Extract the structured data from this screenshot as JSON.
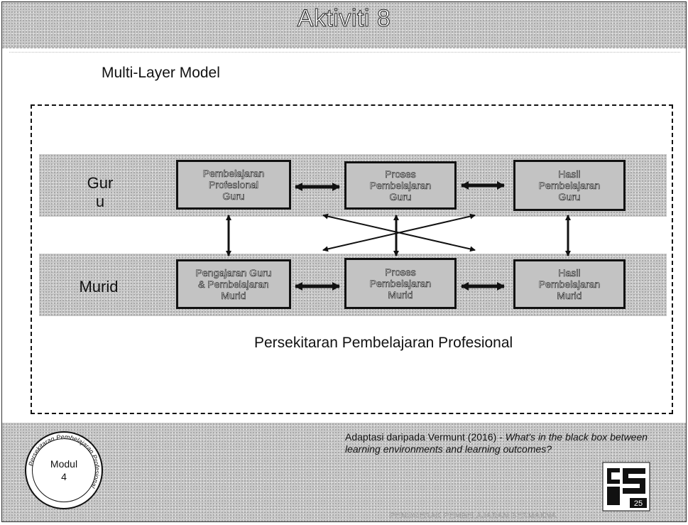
{
  "slide": {
    "title": "Aktiviti 8",
    "subtitle": "Multi-Layer Model"
  },
  "diagram": {
    "rows": [
      {
        "label": "Gur\nu"
      },
      {
        "label": "Murid"
      }
    ],
    "boxes": {
      "pembelajaran_profesional_guru": "Pembelajaran\nProfesional\nGuru",
      "proses_pembelajaran_guru": "Proses\nPembelajaran\nGuru",
      "hasil_pembelajaran_guru": "Hasil\nPembelajaran\nGuru",
      "pengajaran_guru_pembelajaran_murid": "Pengajaran Guru\n& Pembelajaran\nMurid",
      "proses_pembelajaran_murid": "Proses\nPembelajaran\nMurid",
      "hasil_pembelajaran_murid": "Hasil\nPembelajaran\nMurid"
    },
    "environment_label": "Persekitaran Pembelajaran Profesional"
  },
  "footer": {
    "source_prefix": "Adaptasi daripada Vermunt (2016) - ",
    "source_title": "What's in the black box between learning environments and learning outcomes?",
    "badge_ring_text": "Persekitaran Pembelajaran Profesional",
    "badge_modul": "Modul",
    "badge_number": "4",
    "logo_number": "25",
    "bottom_text": "PENGGERAK PEMBELAJARAN BERMAKNA"
  },
  "colors": {
    "band_gray": "#c9c9c9",
    "box_border": "#111111"
  }
}
